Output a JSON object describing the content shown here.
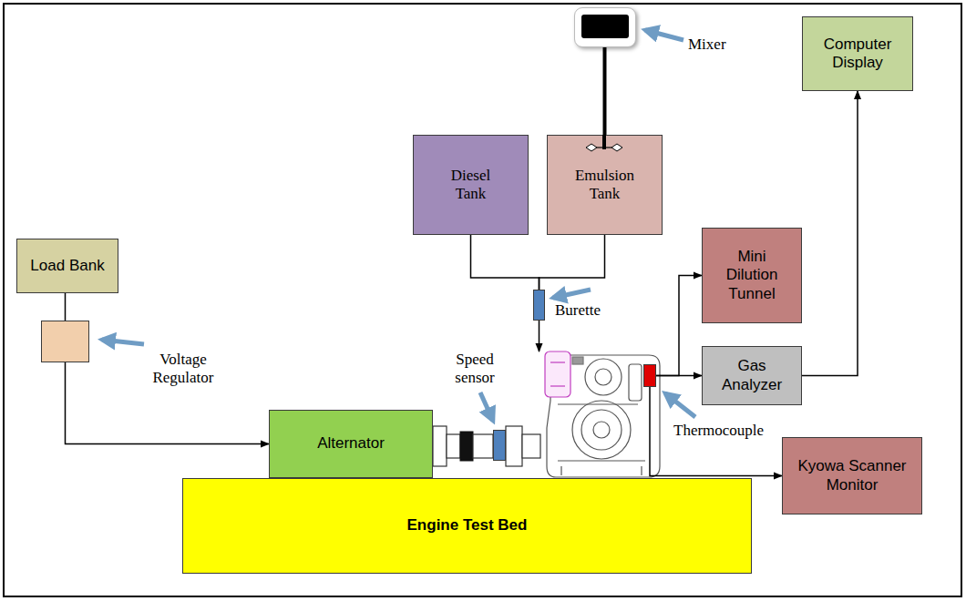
{
  "diagram": {
    "nodes": [
      {
        "text": [
          "Mixer"
        ]
      },
      {
        "text": [
          "Computer Display"
        ]
      },
      {
        "text": [
          "Diesel Tank"
        ]
      },
      {
        "text": [
          "Emulsion Tank"
        ]
      },
      {
        "text": [
          "Load Bank"
        ]
      },
      {
        "text": [
          "Mini Dilution Tunnel"
        ]
      },
      {
        "text": [
          "Burette"
        ]
      },
      {
        "text": [
          "Speed sensor"
        ]
      },
      {
        "text": [
          "Voltage Regulator"
        ]
      },
      {
        "text": [
          "Gas Analyzer"
        ]
      },
      {
        "text": [
          "Alternator"
        ]
      },
      {
        "text": [
          "Thermocouple"
        ]
      },
      {
        "text": [
          "Kyowa Scanner Monitor"
        ]
      },
      {
        "text": [
          "Engine Test Bed"
        ]
      }
    ],
    "edges": [
      {
        "from": 4,
        "to": 8,
        "arrow": "none"
      },
      {
        "from": 8,
        "to": 10,
        "arrow": "to"
      },
      {
        "from": 2,
        "to": 6,
        "arrow": "none"
      },
      {
        "from": 3,
        "to": 6,
        "arrow": "none"
      },
      {
        "from": 0,
        "to": 3,
        "arrow": "none"
      },
      {
        "from": 11,
        "to": 5,
        "arrow": "to"
      },
      {
        "from": 11,
        "to": 9,
        "arrow": "to"
      },
      {
        "from": 9,
        "to": 1,
        "arrow": "to"
      },
      {
        "from": 11,
        "to": 12,
        "arrow": "to"
      }
    ]
  }
}
